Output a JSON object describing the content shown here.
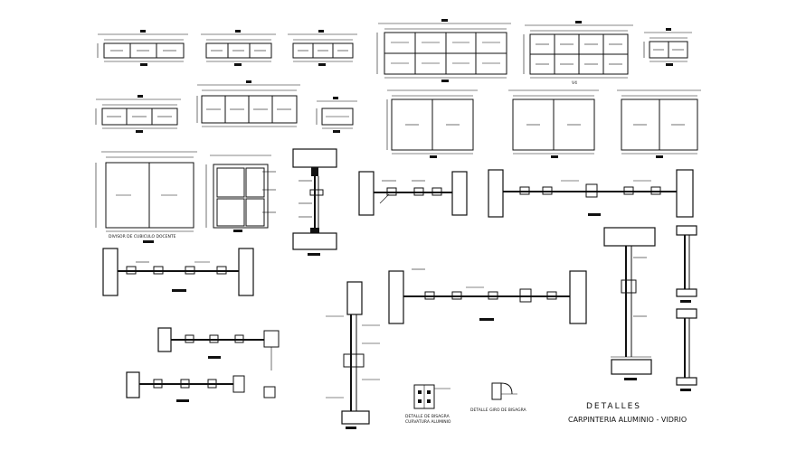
{
  "drawing": {
    "title": "DETALLES",
    "subtitle": "CARPINTERIA ALUMINIO - VIDRIO"
  },
  "labels": {
    "divisor": "DIVISOR DE CUBICULO DOCENTE",
    "v4": "V4",
    "detalle_bisagra_1": "DETALLE DE BISAGRA",
    "detalle_bisagra_2": "CURVATURA ALUMINIO",
    "detalle_giro": "DETALLE GIRO DE BISAGRA"
  },
  "colors": {
    "ink": "#111111",
    "paper": "#ffffff"
  }
}
